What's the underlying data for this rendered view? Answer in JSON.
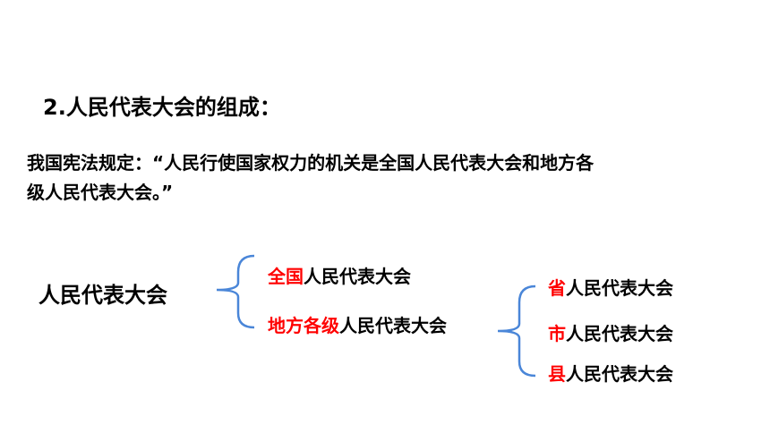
{
  "heading": "2.人民代表大会的组成：",
  "constitution_quote": {
    "line1": "我国宪法规定：“人民行使国家权力的机关是全国人民代表大会和地方各",
    "line2": "级人民代表大会。”"
  },
  "tree": {
    "root": "人民代表大会",
    "national": {
      "highlight": "全国",
      "rest": "人民代表大会"
    },
    "local": {
      "highlight": "地方各级",
      "rest": "人民代表大会",
      "children": [
        {
          "highlight": "省",
          "rest": "人民代表大会"
        },
        {
          "highlight": "市",
          "rest": "人民代表大会"
        },
        {
          "highlight": "县",
          "rest": "人民代表大会"
        }
      ]
    }
  },
  "colors": {
    "highlight": "#ff0000",
    "bracket": "#4a86d8",
    "text": "#000000"
  }
}
